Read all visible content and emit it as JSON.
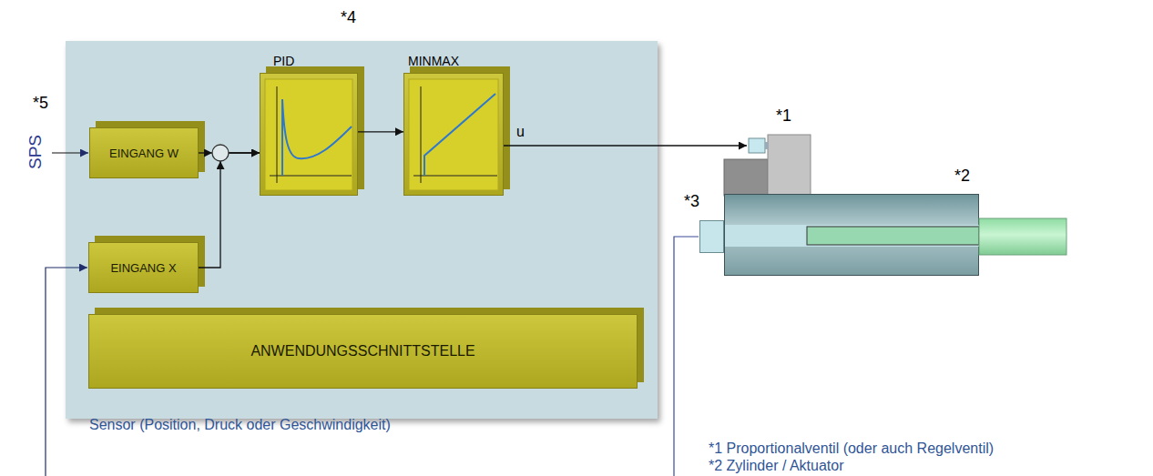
{
  "diagram": {
    "nodes": [
      {
        "text": [
          "*4"
        ]
      },
      {
        "text": [
          "EINGANG W"
        ],
        "in": 0
      },
      {
        "text": [
          "PID"
        ],
        "in": 0
      },
      {
        "text": [
          "MINMAX"
        ],
        "in": 0
      },
      {
        "text": [
          "EINGANG X"
        ],
        "in": 0
      },
      {
        "text": [
          "ANWENDUNGSSCHNITTSTELLE"
        ],
        "in": 0
      },
      {
        "text": [
          "*1"
        ]
      },
      {
        "text": [
          "*2"
        ]
      },
      {
        "text": [
          "*3"
        ]
      }
    ],
    "edges": [
      {
        "from": 1,
        "to": 2,
        "arrow": "to"
      },
      {
        "from": 4,
        "to": 2,
        "arrow": "to"
      },
      {
        "from": 2,
        "to": 3,
        "arrow": "to"
      },
      {
        "from": 3,
        "to": 6,
        "label": "u",
        "arrow": "to"
      }
    ],
    "labels": [
      "*5",
      "SPS",
      "Sensor (Position, Druck oder Geschwindigkeit)",
      "*1 Proportionalventil (oder auch Regelventil)",
      "*2 Zylinder / Aktuator"
    ]
  }
}
